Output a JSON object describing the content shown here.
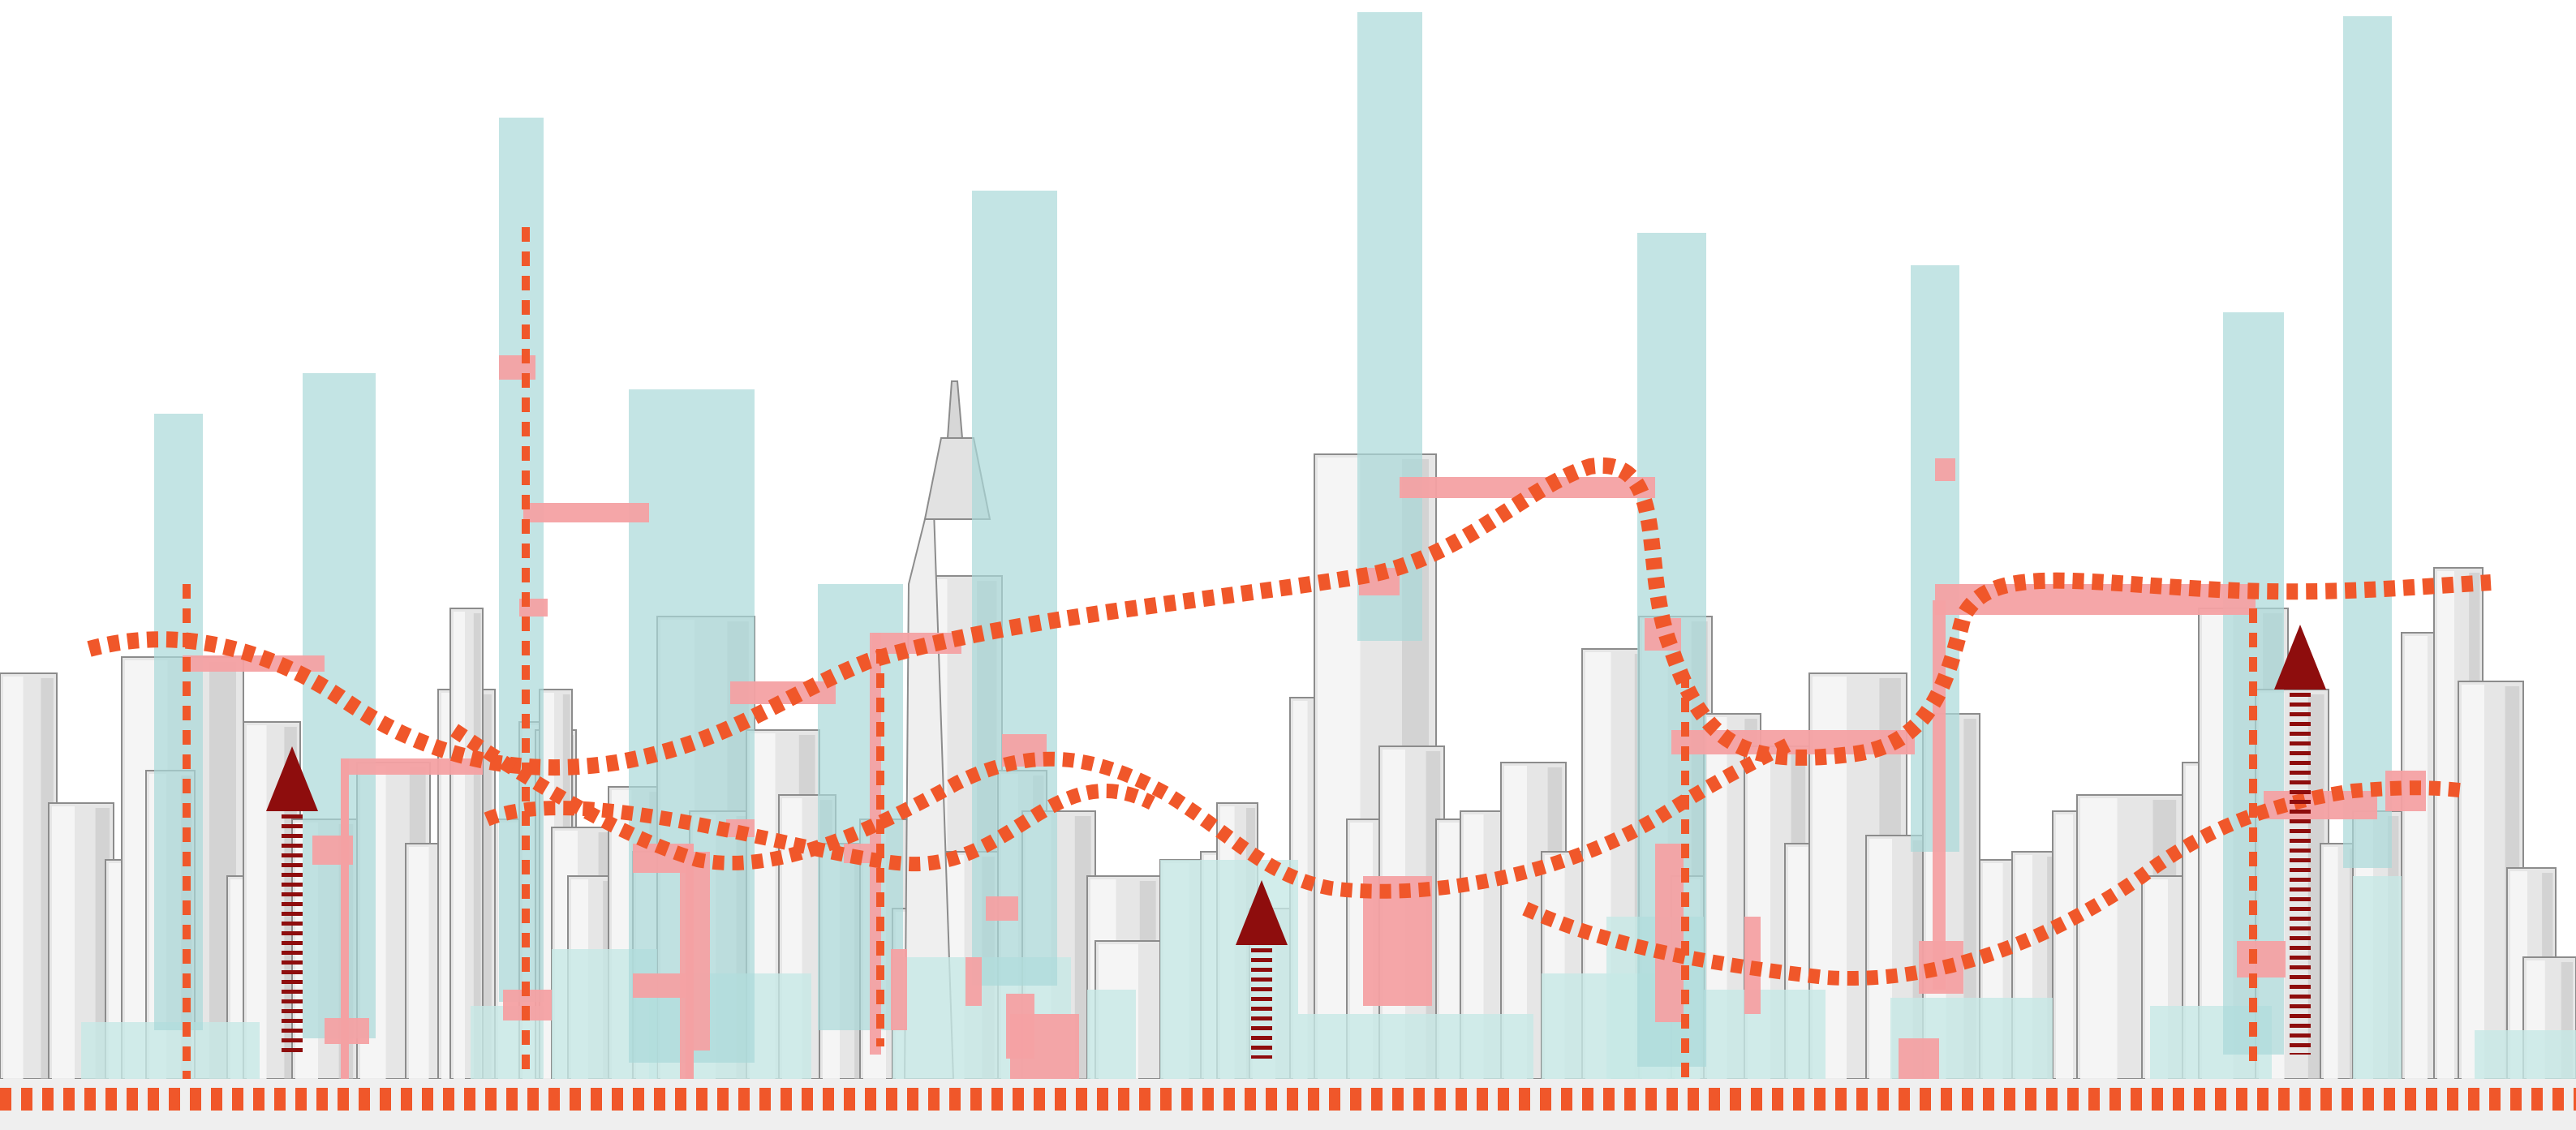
{
  "colors": {
    "background": "#ffffff",
    "building_fill": "#e6e6e6",
    "building_light": "#f6f6f6",
    "building_dark": "#c2c2c2",
    "building_edge": "#8c8c8c",
    "teal_column": "#a9d9d8",
    "teal_low": "#c7e8e6",
    "pink_bar": "#f4a1a3",
    "orange_path": "#f0572a",
    "arrow": "#8e0d0d"
  },
  "legend": [],
  "elements": {
    "skyline": "city-skyline",
    "teal_columns": "vertical-growth-columns",
    "pink_connectors": "connector-bridges",
    "dotted_paths": "circulation-paths",
    "arrows": "upward-arrows",
    "ground": "ground-line"
  }
}
